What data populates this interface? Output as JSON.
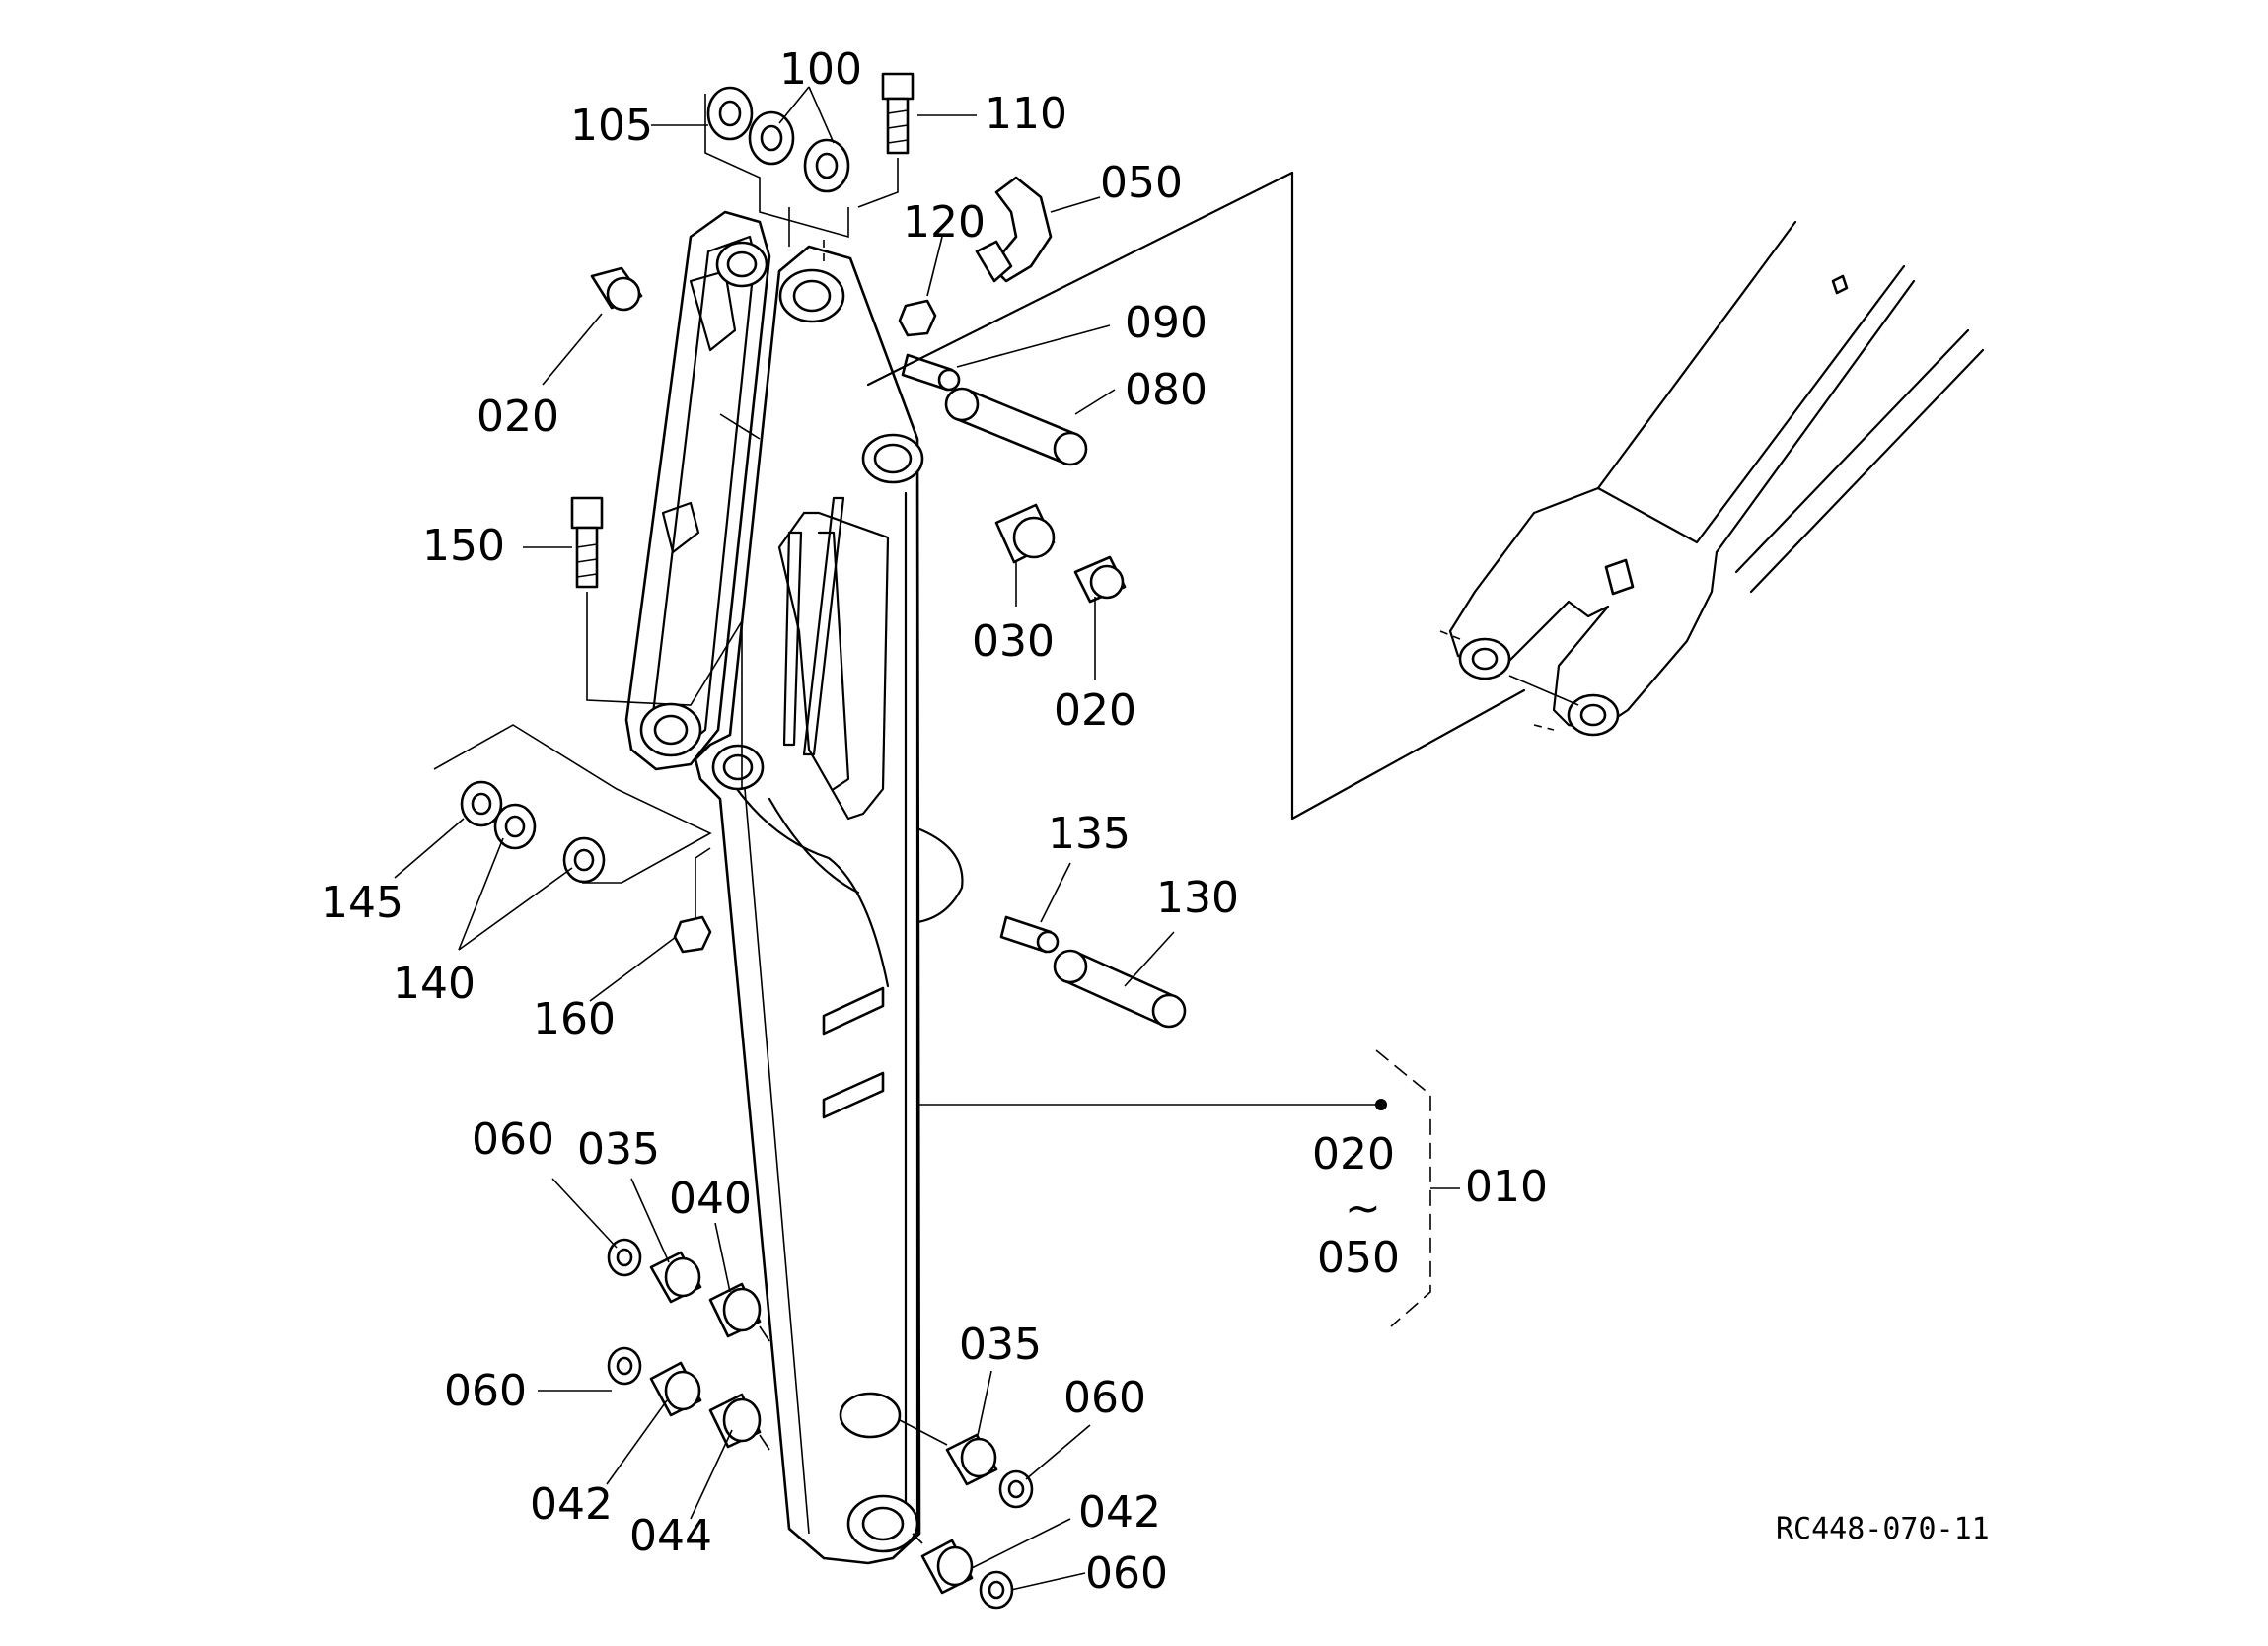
{
  "drawing": {
    "code": "RC448-070-11",
    "callouts": [
      {
        "id": "c105",
        "text": "105"
      },
      {
        "id": "c100",
        "text": "100"
      },
      {
        "id": "c110",
        "text": "110"
      },
      {
        "id": "c050",
        "text": "050"
      },
      {
        "id": "c120",
        "text": "120"
      },
      {
        "id": "c090",
        "text": "090"
      },
      {
        "id": "c080",
        "text": "080"
      },
      {
        "id": "c020a",
        "text": "020"
      },
      {
        "id": "c150",
        "text": "150"
      },
      {
        "id": "c030",
        "text": "030"
      },
      {
        "id": "c020b",
        "text": "020"
      },
      {
        "id": "c135",
        "text": "135"
      },
      {
        "id": "c130",
        "text": "130"
      },
      {
        "id": "c145",
        "text": "145"
      },
      {
        "id": "c140",
        "text": "140"
      },
      {
        "id": "c160",
        "text": "160"
      },
      {
        "id": "c060a",
        "text": "060"
      },
      {
        "id": "c035a",
        "text": "035"
      },
      {
        "id": "c040",
        "text": "040"
      },
      {
        "id": "c060b",
        "text": "060"
      },
      {
        "id": "c042a",
        "text": "042"
      },
      {
        "id": "c044",
        "text": "044"
      },
      {
        "id": "c035b",
        "text": "035"
      },
      {
        "id": "c060c",
        "text": "060"
      },
      {
        "id": "c042b",
        "text": "042"
      },
      {
        "id": "c060d",
        "text": "060"
      },
      {
        "id": "c010",
        "text": "010"
      }
    ],
    "range": {
      "from": "020",
      "sep": "~",
      "to": "050"
    }
  }
}
